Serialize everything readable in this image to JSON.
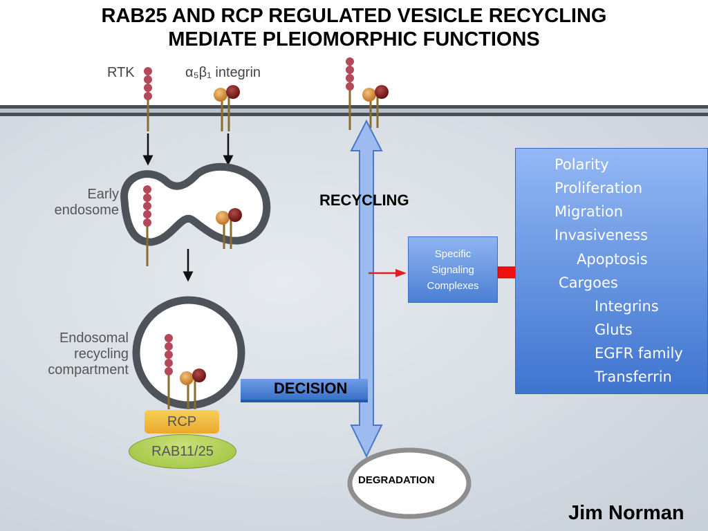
{
  "title": {
    "line1": "RAB25 AND RCP REGULATED VESICLE RECYCLING",
    "line2": "MEDIATE PLEIOMORPHIC FUNCTIONS"
  },
  "labels": {
    "rtk": "RTK",
    "integrin": "α₅β₁ integrin",
    "early_line1": "Early",
    "early_line2": "endosome",
    "erc_line1": "Endosomal",
    "erc_line2": "recycling",
    "erc_line3": "compartment",
    "rcp": "RCP",
    "rab": "RAB11/25",
    "recycling": "RECYCLING",
    "decision": "DECISION",
    "degradation": "DEGRADATION",
    "author": "Jim Norman"
  },
  "signaling": {
    "line1": "Specific",
    "line2": "Signaling",
    "line3": "Complexes"
  },
  "functions": {
    "polarity": "Polarity",
    "proliferation": "Proliferation",
    "migration": "Migration",
    "invasiveness": "Invasiveness",
    "apoptosis": "Apoptosis",
    "cargoes": "Cargoes",
    "integrins": "Integrins",
    "gluts": "Gluts",
    "egfr": "EGFR family",
    "transferrin": "Transferrin"
  },
  "colors": {
    "bead": "#b5485a",
    "stalk": "#8a6d2a",
    "arrow_blue": "#9dbbf0",
    "arrow_red": "#e02020",
    "membrane": "#4a4f55"
  }
}
